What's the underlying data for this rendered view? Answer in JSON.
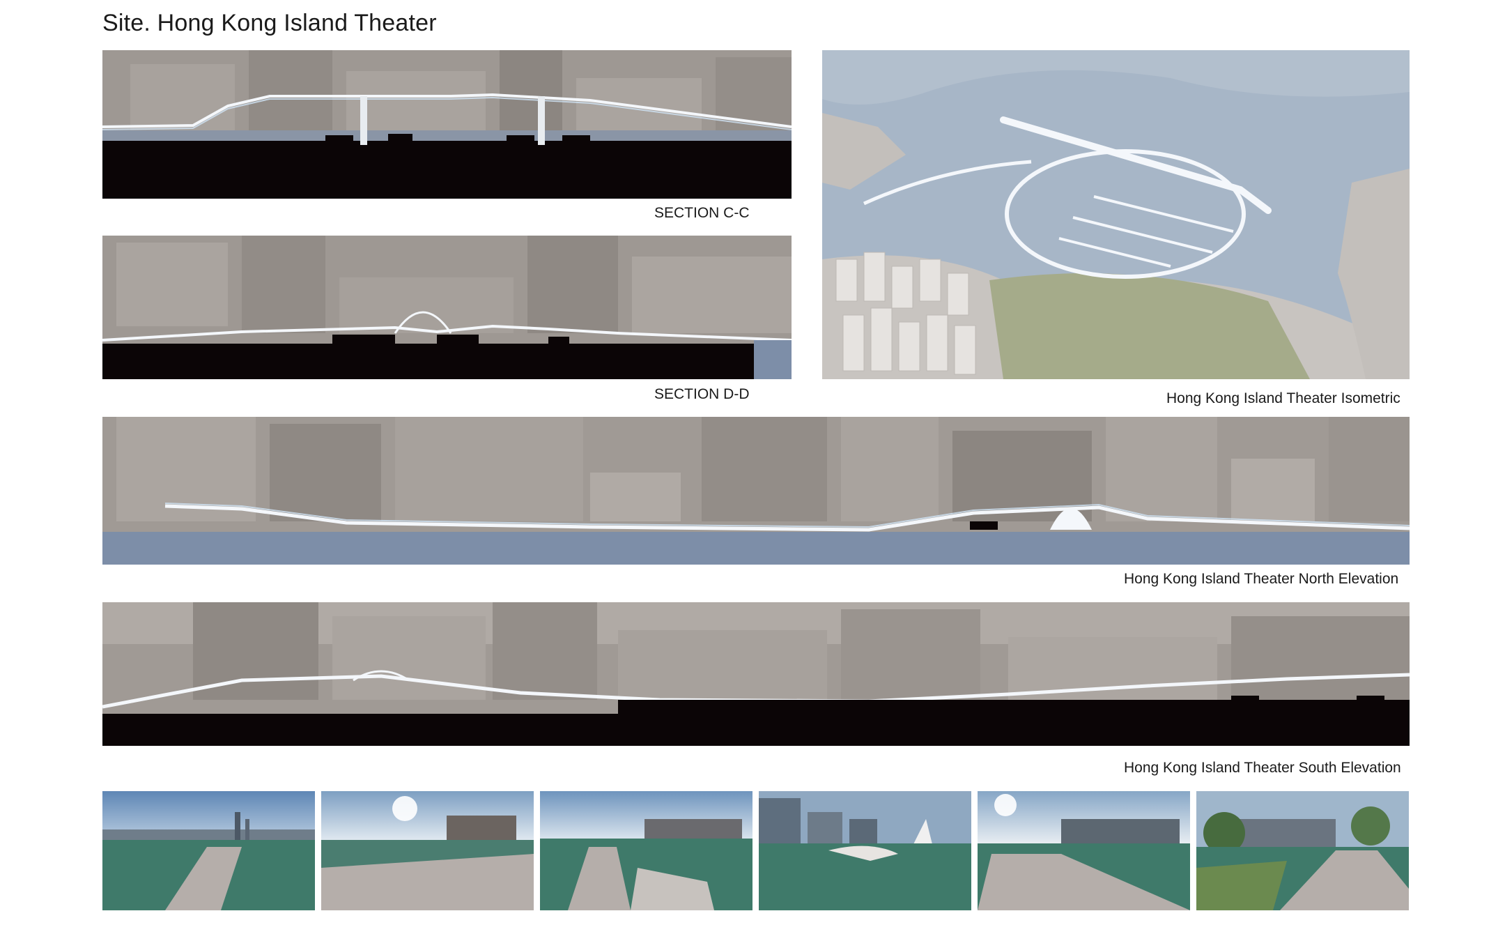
{
  "page": {
    "title": "Site. Hong Kong Island Theater"
  },
  "captions": {
    "section_cc": "SECTION C-C",
    "section_dd": "SECTION D-D",
    "isometric": "Hong Kong Island Theater Isometric",
    "north_elevation": "Hong Kong Island Theater North Elevation",
    "south_elevation": "Hong Kong Island Theater South Elevation"
  },
  "palette": {
    "building_gray": "#9e9893",
    "building_light": "#b4aea9",
    "building_dark": "#857f7a",
    "ground_black": "#0b0506",
    "water_blue": "#7d8ea8",
    "sea_blue": "#a7b6c7",
    "park_green": "#a5ab8a",
    "deck_white": "#f4f7fb",
    "glow_blue": "#cfe3f5",
    "sky_blue": "#7ea3c9",
    "harbor_green": "#3f7a6a",
    "paving": "#b5aeaa"
  },
  "renderings": [
    {
      "id": "view-1"
    },
    {
      "id": "view-2"
    },
    {
      "id": "view-3"
    },
    {
      "id": "view-4"
    },
    {
      "id": "view-5"
    },
    {
      "id": "view-6"
    }
  ]
}
